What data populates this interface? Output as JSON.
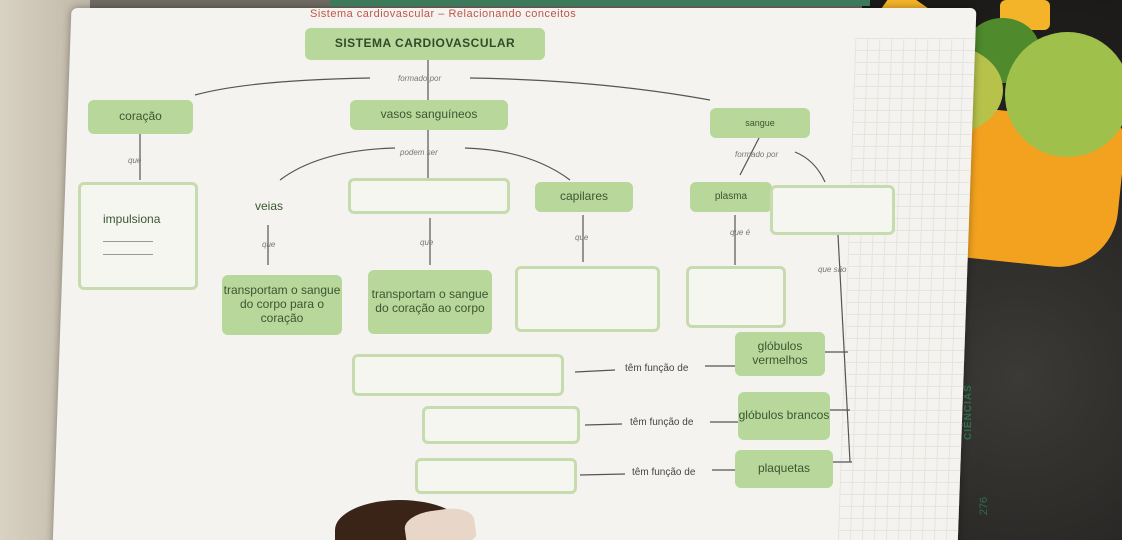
{
  "header": "Sistema cardiovascular – Relacionando conceitos",
  "title": "SISTEMA CARDIOVASCULAR",
  "connectors": {
    "formado_por": "formado por",
    "que_left": "que",
    "podem_ser": "podem ser",
    "formado_por_right": "formado por",
    "que_veias": "que",
    "que_middle": "que",
    "que_capilares": "que",
    "que_e": "que é",
    "que_sao": "que são"
  },
  "nodes": {
    "coracao": "coração",
    "vasos": "vasos sanguíneos",
    "sangue": "sangue",
    "impulsiona": "impulsiona",
    "veias": "veias",
    "capilares": "capilares",
    "plasma": "plasma",
    "transportam_corpo": "transportam o sangue do corpo para o coração",
    "transportam_coracao": "transportam o sangue do coração ao corpo",
    "globulos_vermelhos": "glóbulos vermelhos",
    "globulos_brancos": "glóbulos brancos",
    "plaquetas": "plaquetas"
  },
  "functions": {
    "f1": "têm função de",
    "f2": "têm função de",
    "f3": "têm função de"
  },
  "side": {
    "subject": "CIÊNCIAS",
    "page": "276"
  },
  "colors": {
    "box_green": "#b8d79a",
    "header_band": "#3d7a5b",
    "bowl_orange": "#f2a21f"
  }
}
